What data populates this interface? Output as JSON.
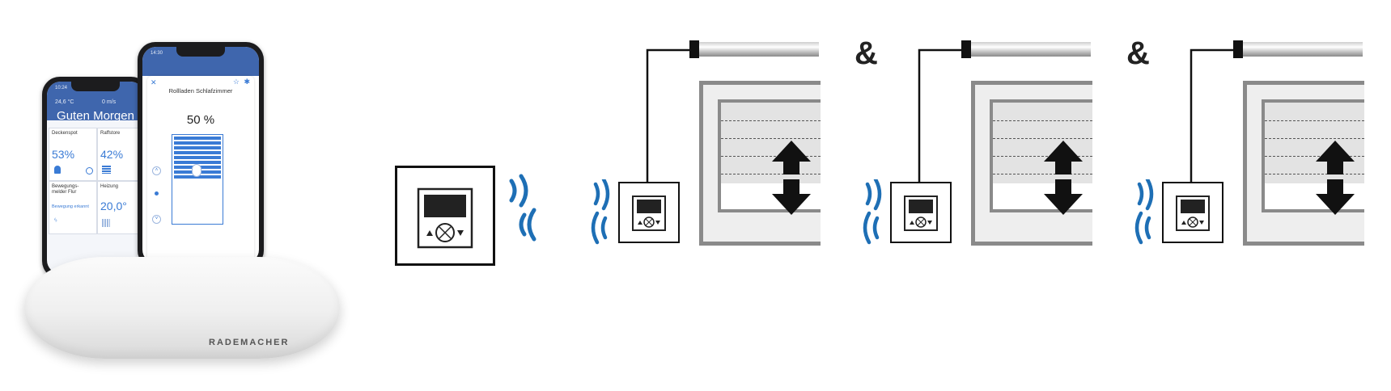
{
  "hub": {
    "brand": "RADEMACHER"
  },
  "phone_left": {
    "time": "10:24",
    "temperature": "24,6 °C",
    "wind": "0 m/s",
    "greeting": "Guten Morgen",
    "tiles": [
      {
        "label": "Deckenspot",
        "value": "53%"
      },
      {
        "label": "Raffstore",
        "value": "42%"
      },
      {
        "label": "Bewegungs-\nmelder Flur",
        "sub": "Bewegung erkannt"
      },
      {
        "label": "Heizung",
        "value": "20,0°"
      }
    ]
  },
  "phone_right": {
    "time": "14:30",
    "title": "Rollladen Schlafzimmer",
    "percent": "50 %",
    "level": 0.5
  },
  "diagram": {
    "separators": [
      "&",
      "&"
    ],
    "accent_color": "#1e6fb5",
    "units": 3
  }
}
